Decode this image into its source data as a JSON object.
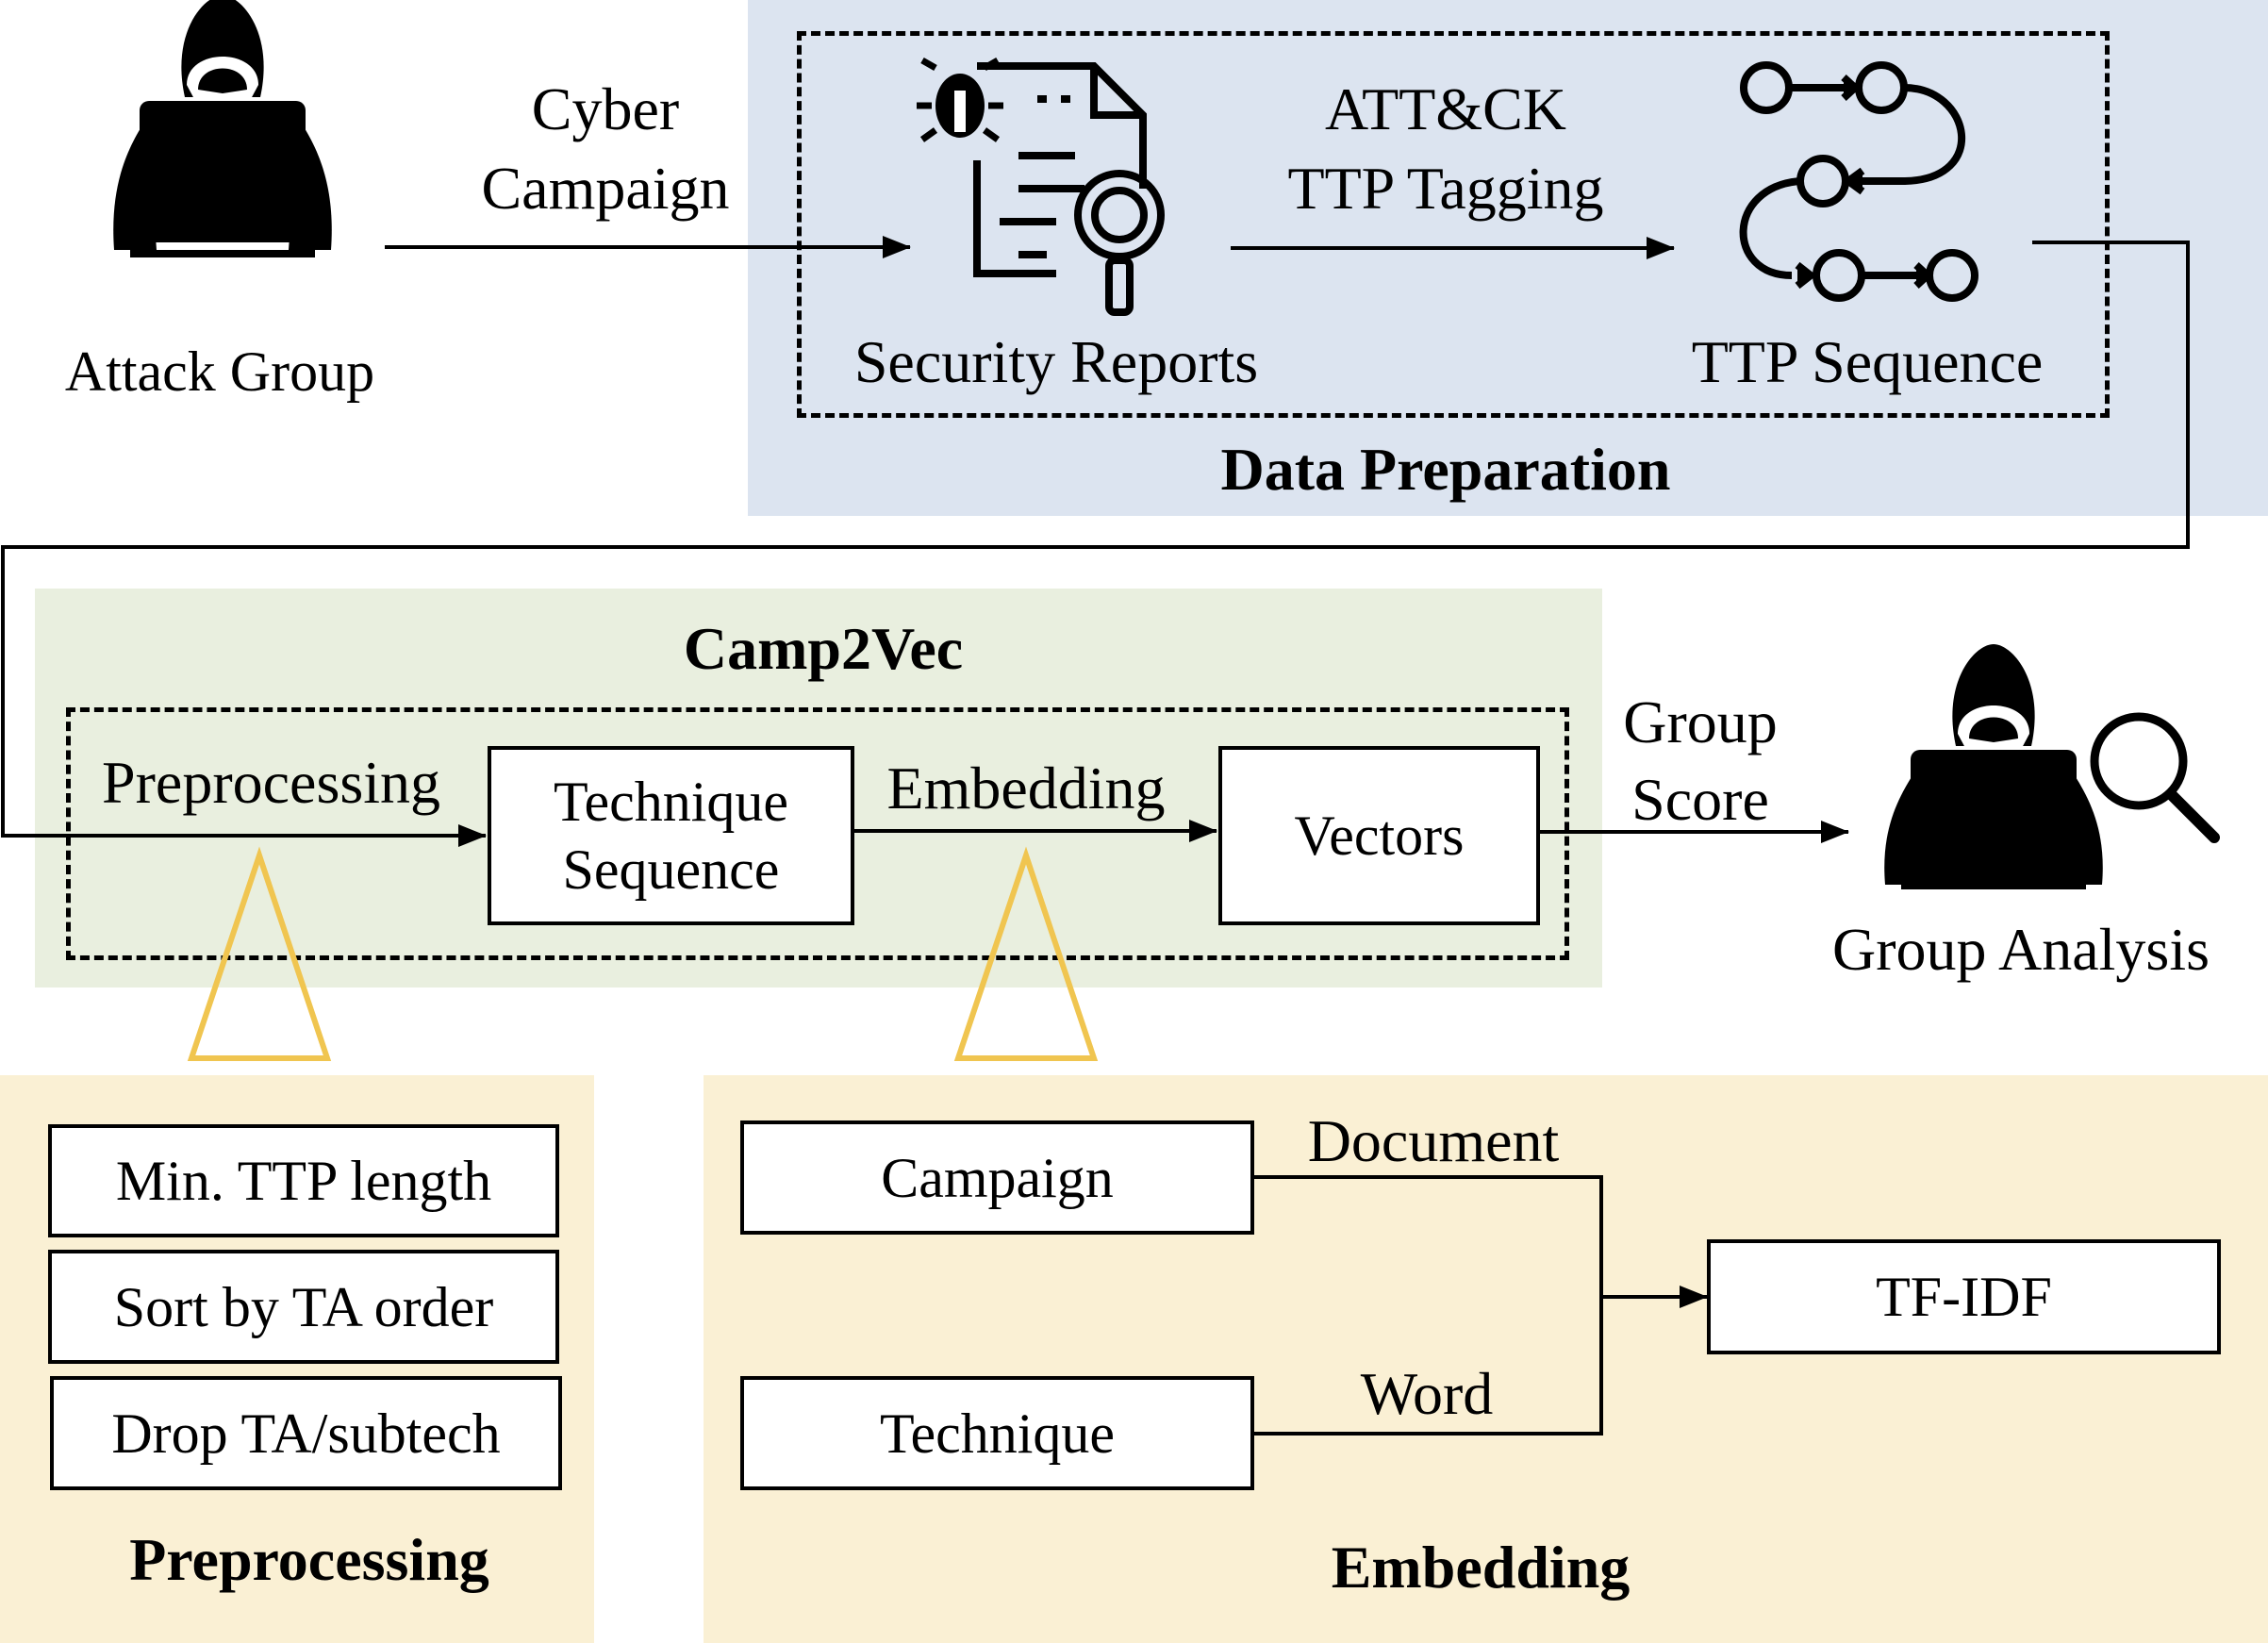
{
  "top": {
    "attack_group_label": "Attack Group",
    "cyber_campaign_line1": "Cyber",
    "cyber_campaign_line2": "Campaign"
  },
  "data_preparation": {
    "title": "Data Preparation",
    "security_reports_label": "Security Reports",
    "tagging_line1": "ATT&CK",
    "tagging_line2": "TTP Tagging",
    "ttp_sequence_label": "TTP Sequence"
  },
  "camp2vec": {
    "title": "Camp2Vec",
    "preprocessing_label": "Preprocessing",
    "technique_sequence_line1": "Technique",
    "technique_sequence_line2": "Sequence",
    "embedding_label": "Embedding",
    "vectors_label": "Vectors"
  },
  "output": {
    "group_score_line1": "Group",
    "group_score_line2": "Score",
    "group_analysis_label": "Group Analysis"
  },
  "preprocessing_panel": {
    "title": "Preprocessing",
    "items": [
      "Min. TTP length",
      "Sort by TA order",
      "Drop TA/subtech"
    ]
  },
  "embedding_panel": {
    "title": "Embedding",
    "campaign_label": "Campaign",
    "technique_label": "Technique",
    "document_label": "Document",
    "word_label": "Word",
    "tfidf_label": "TF-IDF"
  },
  "colors": {
    "data_prep_bg": "#dce4f0",
    "camp2vec_bg": "#e9efdf",
    "detail_bg": "#faf0d4",
    "triangle_stroke": "#f0c550"
  },
  "icons": [
    "hacker-icon",
    "security-report-icon",
    "ttp-sequence-icon",
    "hacker-analysis-icon",
    "magnifier-icon"
  ]
}
